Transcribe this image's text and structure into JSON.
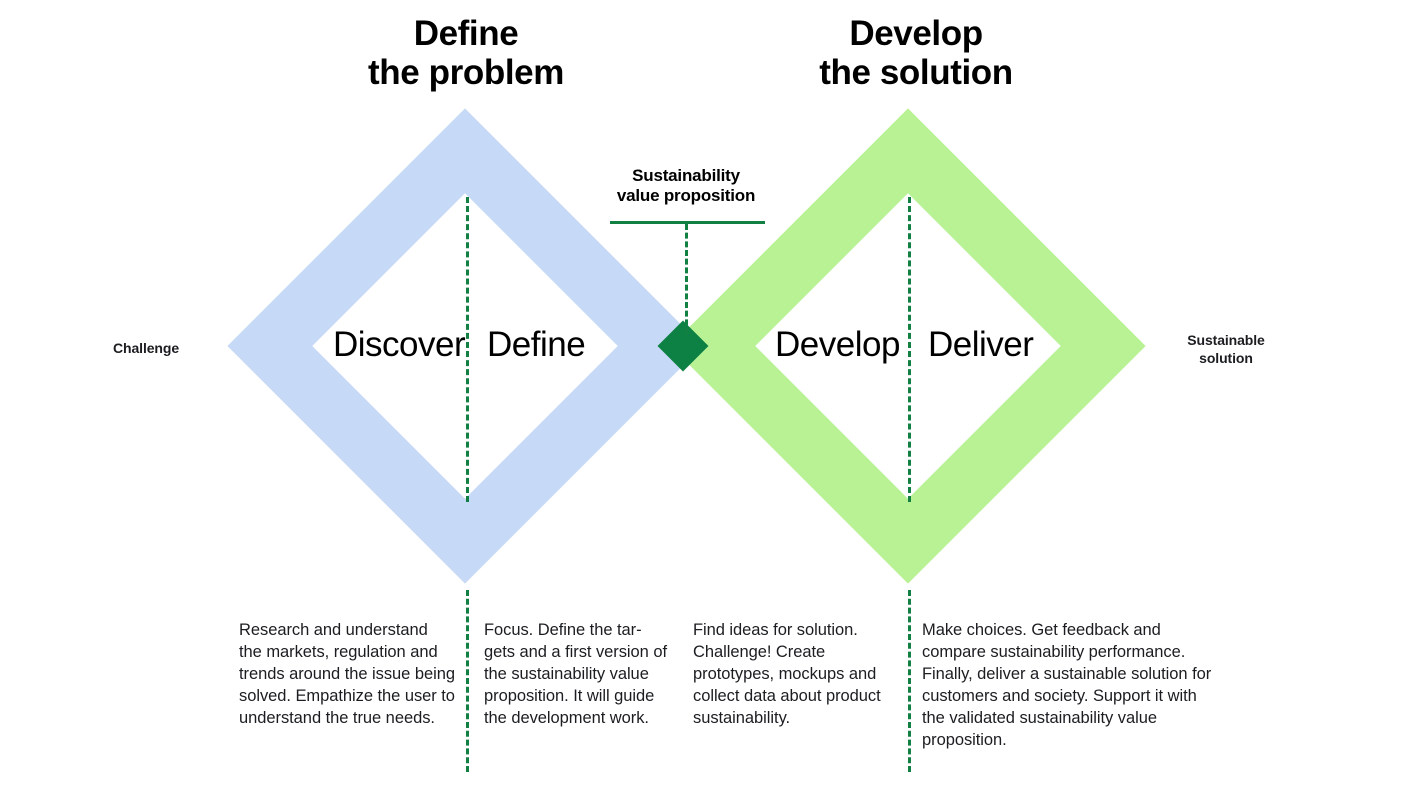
{
  "headings": {
    "define_problem": "Define\nthe problem",
    "develop_solution": "Develop\nthe solution"
  },
  "callout": {
    "label": "Sustainability\nvalue proposition"
  },
  "stages": {
    "discover": "Discover",
    "define": "Define",
    "develop": "Develop",
    "deliver": "Deliver"
  },
  "end_labels": {
    "start": "Challenge",
    "end": "Sustainable\nsolution"
  },
  "descriptions": {
    "discover": "Research and understand the markets, regulation and trends around the issue being solved. Empathize the user to understand the true needs.",
    "define": "Focus. Define the tar-\ngets and a first version of the sustainability value proposition. It will guide the development work.",
    "develop": "Find ideas for solution. Challenge! Create prototypes, mockups and collect data about product sustainability.",
    "deliver": "Make choices. Get feedback and compare sustainability performance. Finally, deliver a sustainable solution for customers and society. Support it with the validated sustainability value proposition."
  },
  "colors": {
    "diamond_left_fill": "#c6d9f6",
    "diamond_right_fill": "#b9f295",
    "accent_green": "#0d8043",
    "dashed_green": "#128043",
    "background": "#ffffff",
    "text": "#1b1d21"
  }
}
